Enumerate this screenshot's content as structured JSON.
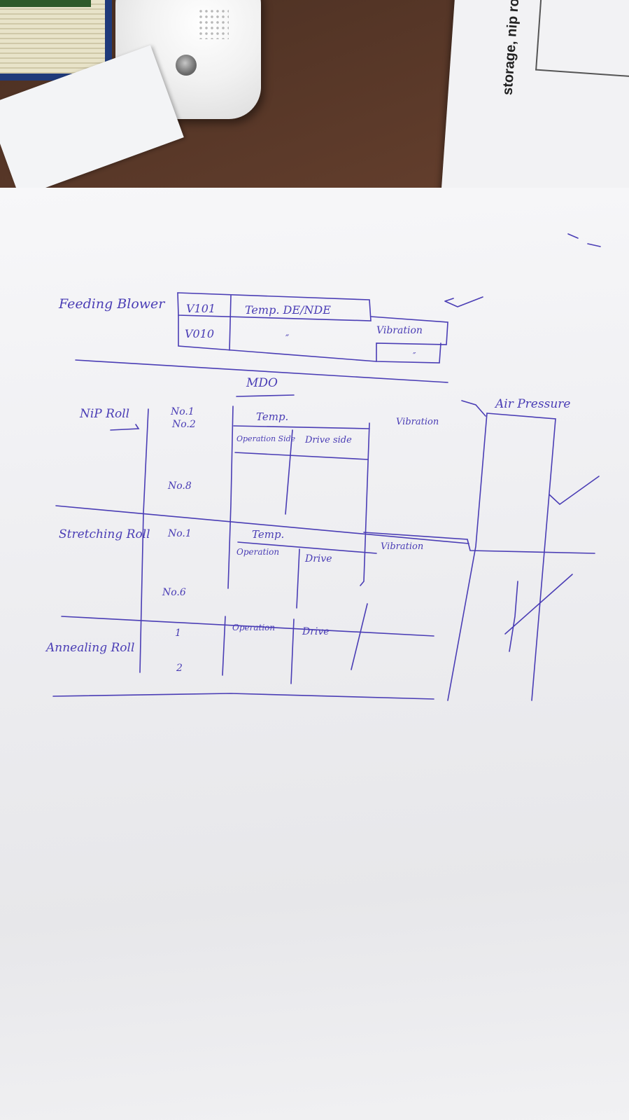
{
  "background": {
    "desk_color": "#5a3826",
    "paper_color": "#f2f2f4",
    "ink_color": "#4a3db5"
  },
  "printed_paper": {
    "text": "storage, nip ro"
  },
  "feeding_blower": {
    "label": "Feeding Blower",
    "ids": [
      "V101",
      "V010"
    ],
    "temp_header": "Temp. DE/NDE",
    "temp_mark": "″",
    "vibration_header": "Vibration",
    "vibration_mark": "″"
  },
  "section_title": "MDO",
  "air_pressure": "Air Pressure",
  "nip_roll": {
    "label": "NiP Roll",
    "numbers": [
      "No.1",
      "No.2",
      "No.8"
    ],
    "temp_header": "Temp.",
    "op_side": "Operation Side",
    "drive_side": "Drive side",
    "vibration": "Vibration"
  },
  "stretching_roll": {
    "label": "Stretching Roll",
    "numbers": [
      "No.1",
      "No.6"
    ],
    "temp_header": "Temp.",
    "op_side": "Operation",
    "drive_side": "Drive",
    "vibration": "Vibration"
  },
  "annealing_roll": {
    "label": "Annealing Roll",
    "numbers": [
      "1",
      "2"
    ],
    "op_side": "Operation",
    "drive_side": "Drive"
  }
}
